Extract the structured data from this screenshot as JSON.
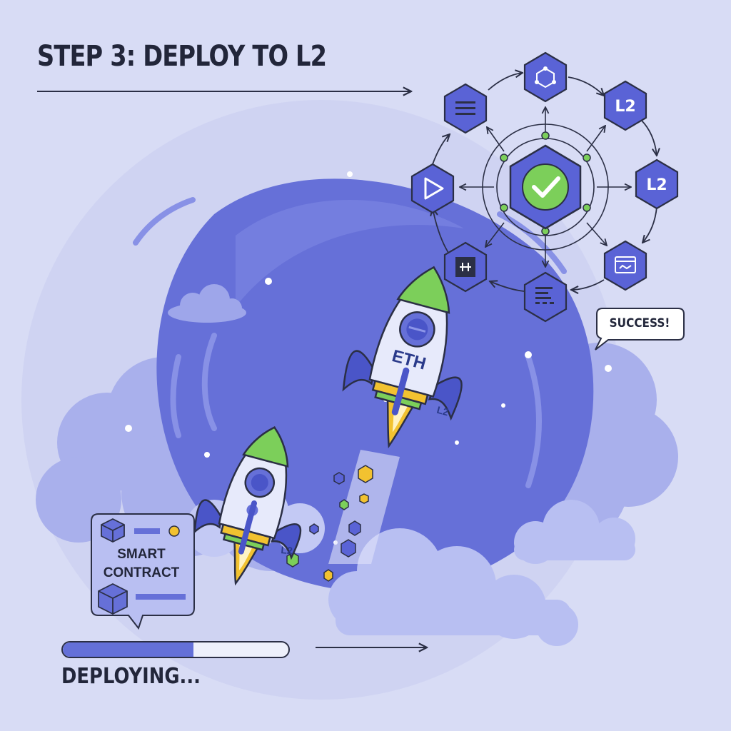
{
  "header": {
    "title": "STEP 3: DEPLOY TO L2"
  },
  "rockets": {
    "main_label": "ETH",
    "main_fin_label": "L2",
    "small_fin_label": "L2"
  },
  "network": {
    "nodes": [
      {
        "label": ""
      },
      {
        "label": "L2"
      },
      {
        "label": "L2"
      },
      {
        "label": ""
      },
      {
        "label": ""
      },
      {
        "label": ""
      },
      {
        "label": ""
      },
      {
        "label": ""
      }
    ],
    "center_icon": "check-icon"
  },
  "success_bubble": {
    "text": "SUCCESS!"
  },
  "contract_card": {
    "title_line1": "SMART",
    "title_line2": "CONTRACT"
  },
  "progress": {
    "value": 0.58
  },
  "status": {
    "text": "DEPLOYING..."
  },
  "colors": {
    "background": "#d8dcf5",
    "planet": "#6670d8",
    "hex": "#5a63d6",
    "accent_green": "#7ccf5a",
    "flame": "#f2c230"
  }
}
